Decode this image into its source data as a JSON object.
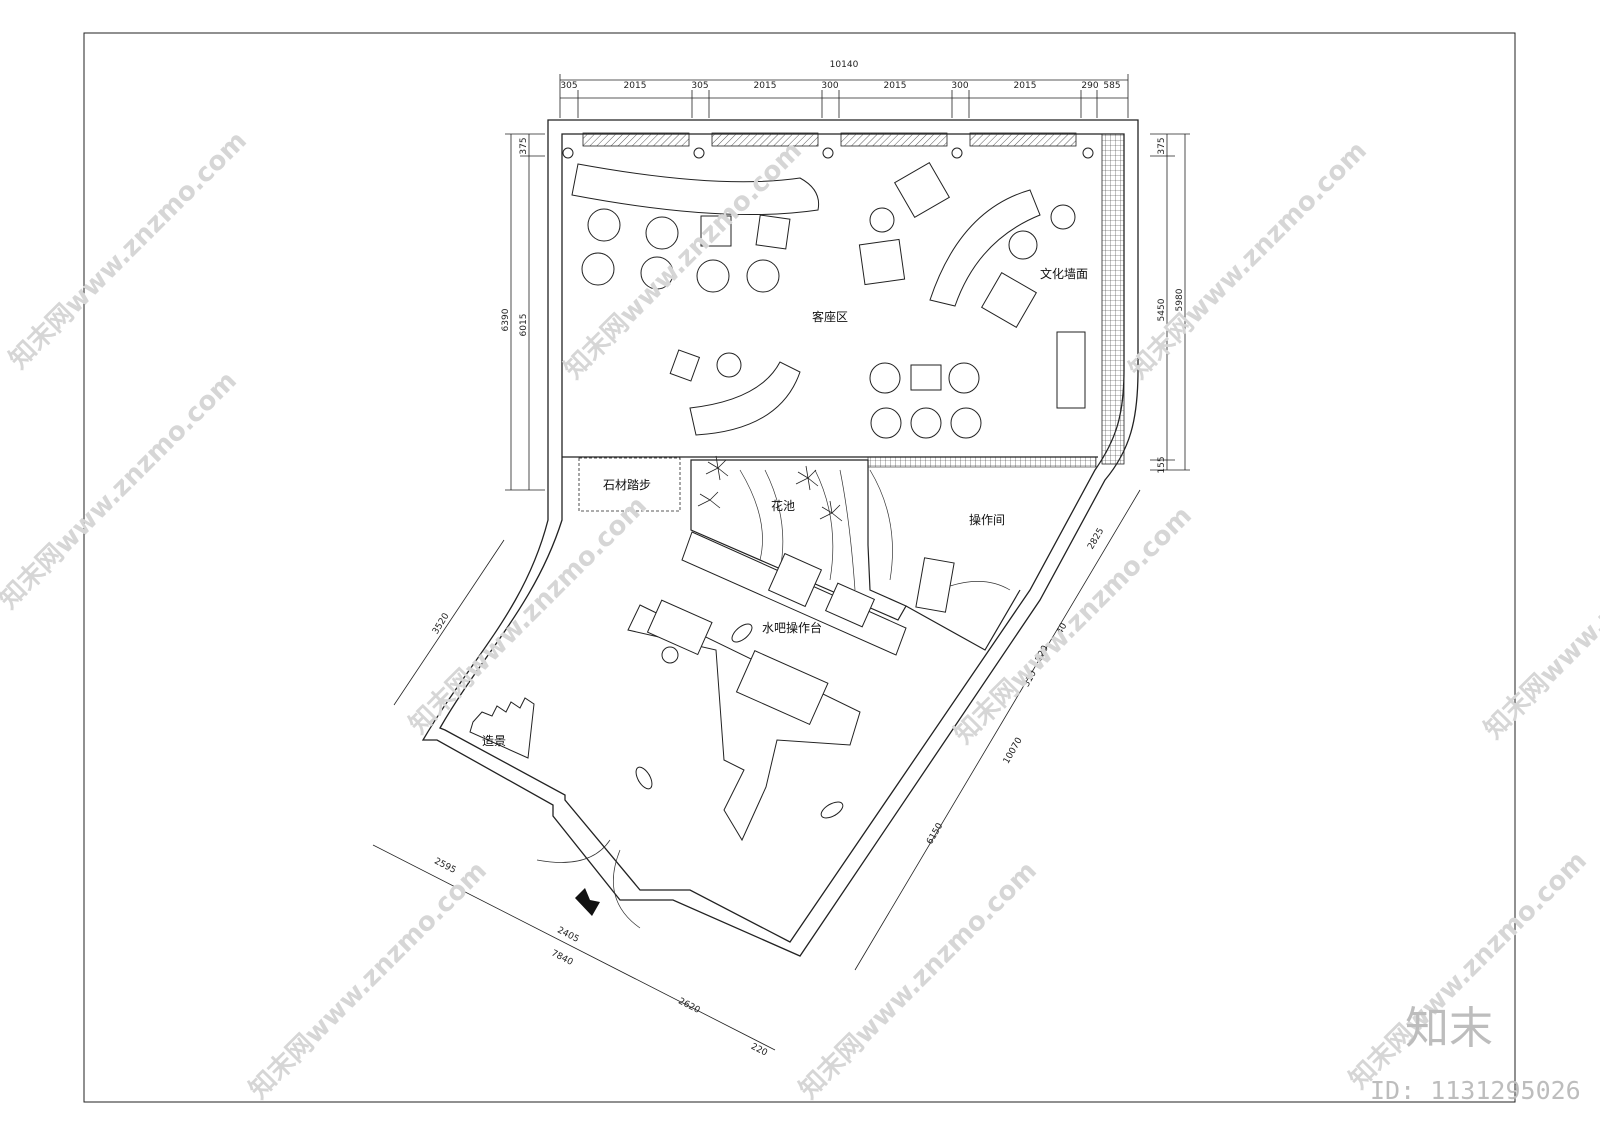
{
  "labels": {
    "guest_area": "客座区",
    "culture_wall": "文化墙面",
    "stone_steps": "石材踏步",
    "flower_pool": "花池",
    "operation_room": "操作间",
    "water_bar": "水吧操作台",
    "scenery": "造景"
  },
  "dimensions": {
    "top_total": "10140",
    "top_segments": [
      "305",
      "2015",
      "305",
      "2015",
      "300",
      "2015",
      "300",
      "2015",
      "290",
      "585"
    ],
    "left_outer": "6390",
    "left_top": "375",
    "left_inner": "6015",
    "right_outer": "5980",
    "right_top": "375",
    "right_inner": "5450",
    "right_bottom": "155",
    "left_diagonal": "3520",
    "bottom_total": "7840",
    "bottom_segments": [
      "2595",
      "2405",
      "2620",
      "220"
    ],
    "right_diagonal_total": "10070",
    "right_diagonal_segments": [
      "2825",
      "40",
      "820",
      "310",
      "6150"
    ]
  },
  "watermark": {
    "text": "知末网www.znzmo.com",
    "brand": "知末",
    "id": "ID: 1131295026"
  },
  "colors": {
    "line": "#222222",
    "watermark": "#d6d6d6",
    "brand": "#bdbdbd"
  }
}
